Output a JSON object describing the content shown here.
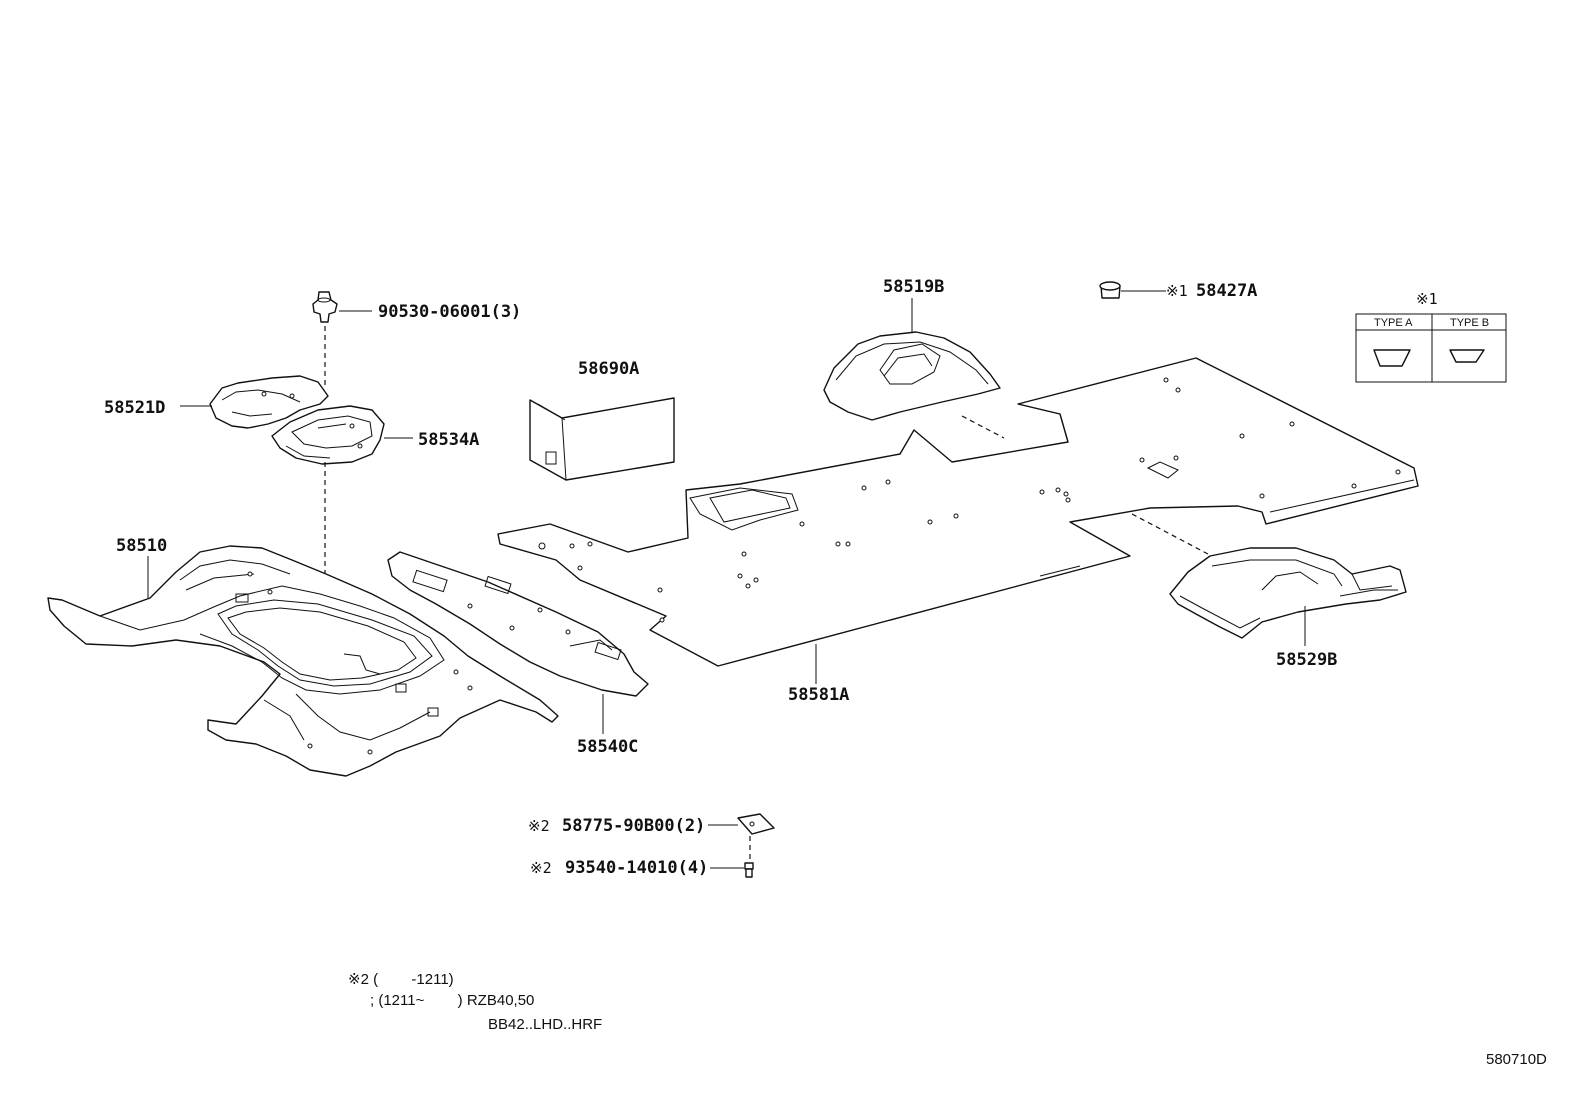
{
  "diagram_id": "580710D",
  "parts": {
    "clip_top": "90530-06001(3)",
    "p58521D": "58521D",
    "p58534A": "58534A",
    "p58690A": "58690A",
    "p58510": "58510",
    "p58540C": "58540C",
    "p58581A": "58581A",
    "p58519B": "58519B",
    "p58427A": "58427A",
    "p58427A_mark": "※1",
    "p58529B": "58529B",
    "bracket": "58775-90B00(2)",
    "bracket_mark": "※2",
    "screw": "93540-14010(4)",
    "screw_mark": "※2"
  },
  "type_table": {
    "mark": "※1",
    "col_a": "TYPE A",
    "col_b": "TYPE B"
  },
  "footnote": {
    "line1": "※2 (        -1211)",
    "line2": "; (1211~        ) RZB40,50",
    "line3": "BB42..LHD..HRF"
  }
}
